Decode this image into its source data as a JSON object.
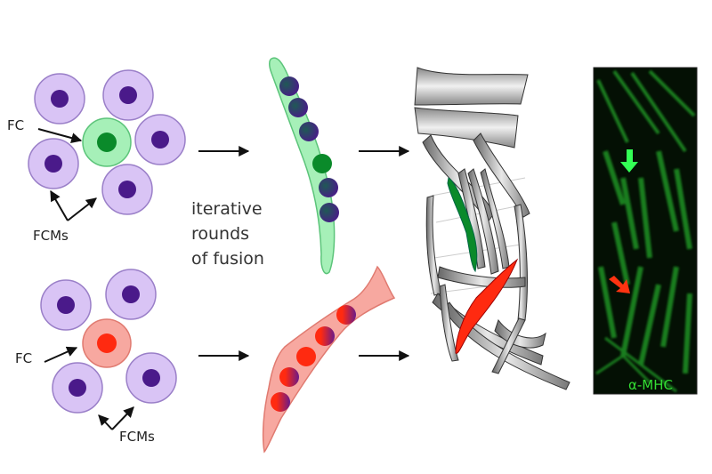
{
  "figure": {
    "title": "Myoblast fusion: founder cells and fusion-competent myoblasts form muscle fibers",
    "top_panel": {
      "fc_label": "FC",
      "fcm_label": "FCMs",
      "fc_color": "#a6f0b8",
      "fc_nucleus_color": "#0a8a2a"
    },
    "bottom_panel": {
      "fc_label": "FC",
      "fcm_label": "FCMs",
      "fc_color": "#f7a8a0",
      "fc_nucleus_color": "#ff2a10"
    },
    "process_label": [
      "iterative",
      "rounds",
      "of fusion"
    ],
    "fcm_color": "#d9c4f5",
    "fcm_nucleus_color": "#4a1a8a",
    "muscle_highlight_green": "#0a8a2a",
    "muscle_highlight_red": "#ff2a10",
    "micrograph": {
      "stain_label": "α-MHC",
      "green_arrow_color": "#33ff55",
      "red_arrow_color": "#ff3311"
    }
  }
}
